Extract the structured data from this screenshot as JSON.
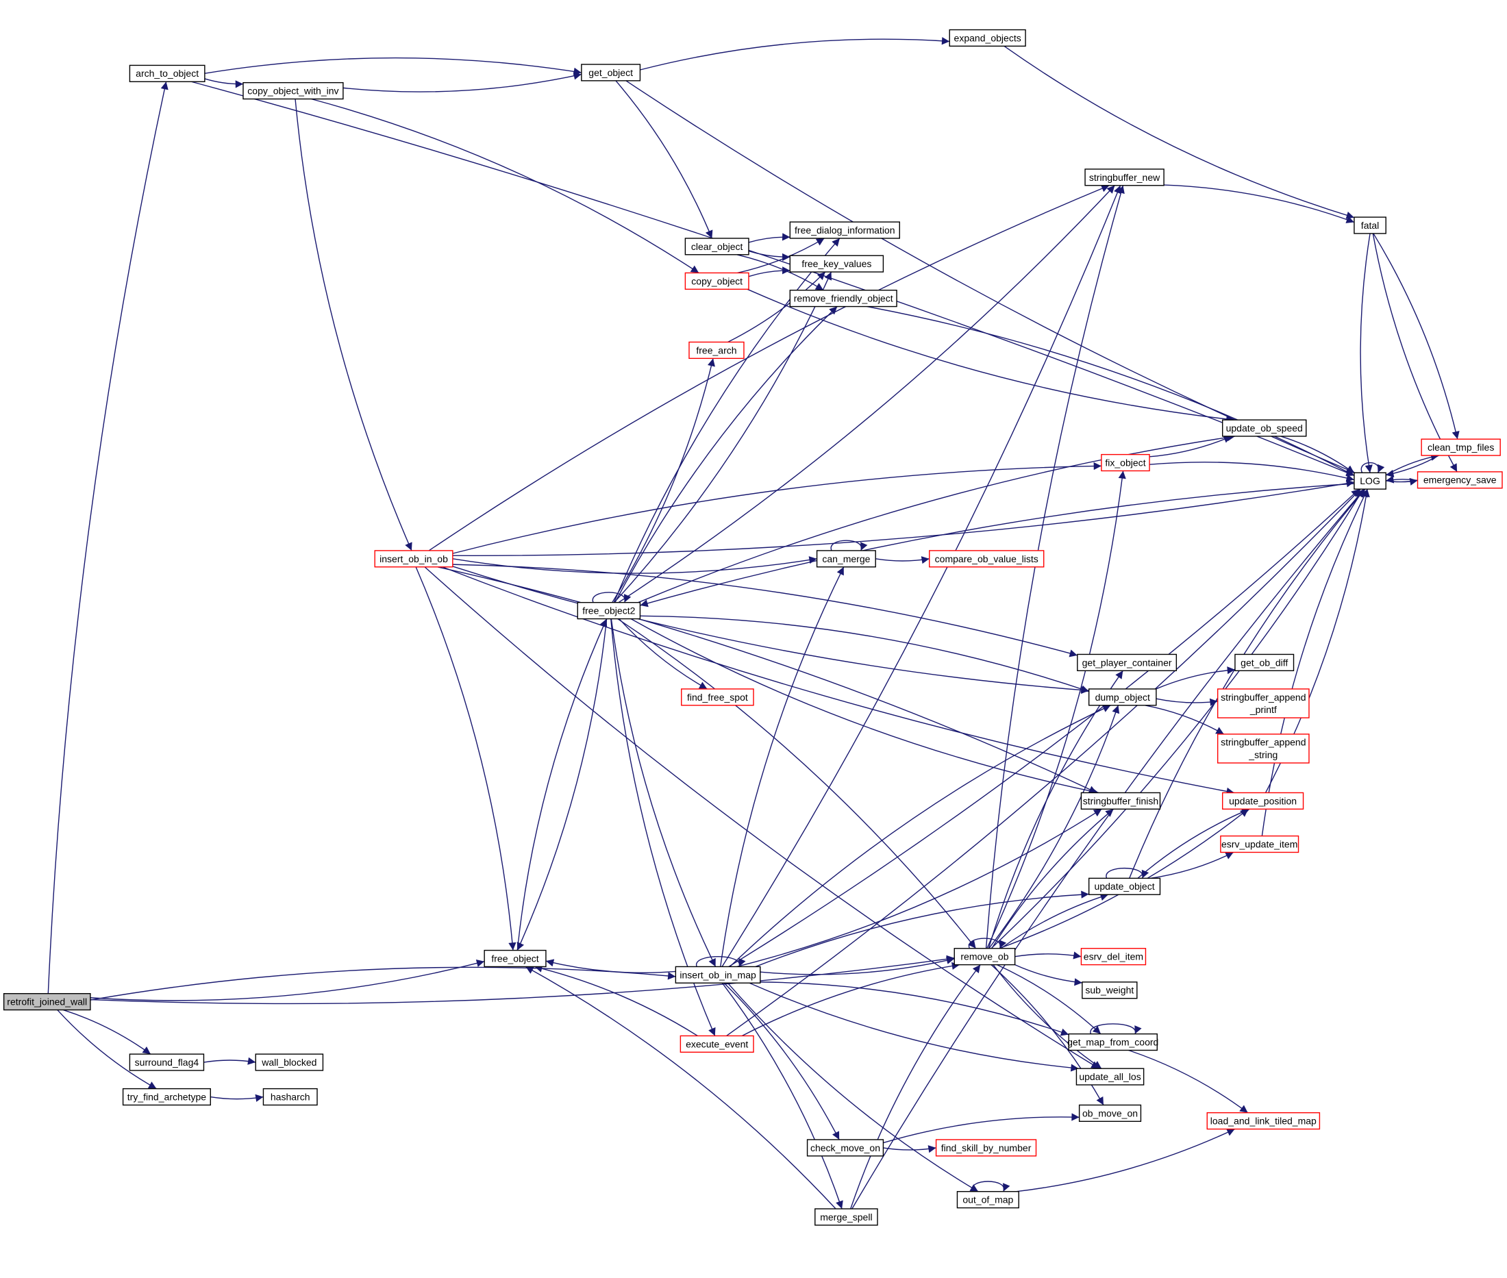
{
  "diagram": {
    "type": "call-graph",
    "edge_color": "#191970",
    "truncated_border_color": "#ff0000",
    "root_fill_color": "#bfbfbf",
    "nodes": [
      {
        "id": "retrofit_joined_wall",
        "label": "retrofit_joined_wall",
        "root": true
      },
      {
        "id": "arch_to_object",
        "label": "arch_to_object"
      },
      {
        "id": "copy_object_with_inv",
        "label": "copy_object_with_inv"
      },
      {
        "id": "get_object",
        "label": "get_object"
      },
      {
        "id": "expand_objects",
        "label": "expand_objects"
      },
      {
        "id": "stringbuffer_new",
        "label": "stringbuffer_new"
      },
      {
        "id": "fatal",
        "label": "fatal"
      },
      {
        "id": "clear_object",
        "label": "clear_object"
      },
      {
        "id": "free_dialog_information",
        "label": "free_dialog_information"
      },
      {
        "id": "copy_object",
        "label": "copy_object",
        "red": true
      },
      {
        "id": "free_key_values",
        "label": "free_key_values"
      },
      {
        "id": "remove_friendly_object",
        "label": "remove_friendly_object"
      },
      {
        "id": "free_arch",
        "label": "free_arch",
        "red": true
      },
      {
        "id": "update_ob_speed",
        "label": "update_ob_speed"
      },
      {
        "id": "fix_object",
        "label": "fix_object",
        "red": true
      },
      {
        "id": "LOG",
        "label": "LOG"
      },
      {
        "id": "clean_tmp_files",
        "label": "clean_tmp_files",
        "red": true
      },
      {
        "id": "emergency_save",
        "label": "emergency_save",
        "red": true
      },
      {
        "id": "insert_ob_in_ob",
        "label": "insert_ob_in_ob",
        "red": true
      },
      {
        "id": "can_merge",
        "label": "can_merge"
      },
      {
        "id": "compare_ob_value_lists",
        "label": "compare_ob_value_lists",
        "red": true
      },
      {
        "id": "free_object2",
        "label": "free_object2"
      },
      {
        "id": "get_player_container",
        "label": "get_player_container"
      },
      {
        "id": "get_ob_diff",
        "label": "get_ob_diff"
      },
      {
        "id": "dump_object",
        "label": "dump_object"
      },
      {
        "id": "find_free_spot",
        "label": "find_free_spot",
        "red": true
      },
      {
        "id": "stringbuffer_append_printf",
        "label": "stringbuffer_append",
        "label2": "_printf",
        "red": true
      },
      {
        "id": "stringbuffer_append_string",
        "label": "stringbuffer_append",
        "label2": "_string",
        "red": true
      },
      {
        "id": "stringbuffer_finish",
        "label": "stringbuffer_finish"
      },
      {
        "id": "update_position",
        "label": "update_position",
        "red": true
      },
      {
        "id": "esrv_update_item",
        "label": "esrv_update_item",
        "red": true
      },
      {
        "id": "update_object",
        "label": "update_object"
      },
      {
        "id": "remove_ob",
        "label": "remove_ob"
      },
      {
        "id": "esrv_del_item",
        "label": "esrv_del_item",
        "red": true
      },
      {
        "id": "sub_weight",
        "label": "sub_weight"
      },
      {
        "id": "free_object",
        "label": "free_object"
      },
      {
        "id": "insert_ob_in_map",
        "label": "insert_ob_in_map"
      },
      {
        "id": "get_map_from_coord",
        "label": "get_map_from_coord"
      },
      {
        "id": "execute_event",
        "label": "execute_event",
        "red": true
      },
      {
        "id": "surround_flag4",
        "label": "surround_flag4"
      },
      {
        "id": "wall_blocked",
        "label": "wall_blocked"
      },
      {
        "id": "update_all_los",
        "label": "update_all_los"
      },
      {
        "id": "try_find_archetype",
        "label": "try_find_archetype"
      },
      {
        "id": "hasharch",
        "label": "hasharch"
      },
      {
        "id": "ob_move_on",
        "label": "ob_move_on"
      },
      {
        "id": "load_and_link_tiled_map",
        "label": "load_and_link_tiled_map",
        "red": true
      },
      {
        "id": "check_move_on",
        "label": "check_move_on"
      },
      {
        "id": "find_skill_by_number",
        "label": "find_skill_by_number",
        "red": true
      },
      {
        "id": "out_of_map",
        "label": "out_of_map"
      },
      {
        "id": "merge_spell",
        "label": "merge_spell"
      }
    ],
    "edges": [
      [
        "retrofit_joined_wall",
        "arch_to_object"
      ],
      [
        "retrofit_joined_wall",
        "free_object"
      ],
      [
        "retrofit_joined_wall",
        "insert_ob_in_map"
      ],
      [
        "retrofit_joined_wall",
        "remove_ob"
      ],
      [
        "retrofit_joined_wall",
        "surround_flag4"
      ],
      [
        "retrofit_joined_wall",
        "try_find_archetype"
      ],
      [
        "surround_flag4",
        "wall_blocked"
      ],
      [
        "try_find_archetype",
        "hasharch"
      ],
      [
        "arch_to_object",
        "get_object"
      ],
      [
        "arch_to_object",
        "copy_object_with_inv"
      ],
      [
        "arch_to_object",
        "LOG"
      ],
      [
        "copy_object_with_inv",
        "get_object"
      ],
      [
        "copy_object_with_inv",
        "copy_object"
      ],
      [
        "copy_object_with_inv",
        "insert_ob_in_ob"
      ],
      [
        "get_object",
        "expand_objects"
      ],
      [
        "get_object",
        "LOG"
      ],
      [
        "get_object",
        "clear_object"
      ],
      [
        "expand_objects",
        "fatal"
      ],
      [
        "stringbuffer_new",
        "fatal"
      ],
      [
        "fatal",
        "LOG"
      ],
      [
        "fatal",
        "clean_tmp_files"
      ],
      [
        "fatal",
        "emergency_save"
      ],
      [
        "clear_object",
        "free_dialog_information"
      ],
      [
        "clear_object",
        "free_key_values"
      ],
      [
        "clear_object",
        "remove_friendly_object"
      ],
      [
        "copy_object",
        "free_dialog_information"
      ],
      [
        "copy_object",
        "free_key_values"
      ],
      [
        "copy_object",
        "update_ob_speed"
      ],
      [
        "remove_friendly_object",
        "LOG"
      ],
      [
        "free_arch",
        "free_key_values"
      ],
      [
        "update_ob_speed",
        "LOG"
      ],
      [
        "fix_object",
        "update_ob_speed"
      ],
      [
        "fix_object",
        "LOG"
      ],
      [
        "LOG",
        "LOG"
      ],
      [
        "LOG",
        "clean_tmp_files"
      ],
      [
        "LOG",
        "emergency_save"
      ],
      [
        "clean_tmp_files",
        "LOG"
      ],
      [
        "emergency_save",
        "LOG"
      ],
      [
        "insert_ob_in_ob",
        "stringbuffer_new"
      ],
      [
        "insert_ob_in_ob",
        "LOG"
      ],
      [
        "insert_ob_in_ob",
        "fix_object"
      ],
      [
        "insert_ob_in_ob",
        "can_merge"
      ],
      [
        "insert_ob_in_ob",
        "get_player_container"
      ],
      [
        "insert_ob_in_ob",
        "dump_object"
      ],
      [
        "insert_ob_in_ob",
        "stringbuffer_finish"
      ],
      [
        "insert_ob_in_ob",
        "update_position"
      ],
      [
        "insert_ob_in_ob",
        "free_object"
      ],
      [
        "insert_ob_in_ob",
        "update_all_los"
      ],
      [
        "can_merge",
        "can_merge"
      ],
      [
        "can_merge",
        "compare_ob_value_lists"
      ],
      [
        "free_object2",
        "free_object2"
      ],
      [
        "free_object2",
        "stringbuffer_new"
      ],
      [
        "free_object2",
        "free_dialog_information"
      ],
      [
        "free_object2",
        "free_key_values"
      ],
      [
        "free_object2",
        "remove_friendly_object"
      ],
      [
        "free_object2",
        "free_arch"
      ],
      [
        "free_object2",
        "update_ob_speed"
      ],
      [
        "free_object2",
        "find_free_spot"
      ],
      [
        "free_object2",
        "dump_object"
      ],
      [
        "free_object2",
        "stringbuffer_finish"
      ],
      [
        "free_object2",
        "remove_ob"
      ],
      [
        "free_object2",
        "insert_ob_in_map"
      ],
      [
        "free_object2",
        "free_object"
      ],
      [
        "free_object2",
        "execute_event"
      ],
      [
        "free_object",
        "free_object2"
      ],
      [
        "LOG",
        "free_object2"
      ],
      [
        "dump_object",
        "get_ob_diff"
      ],
      [
        "dump_object",
        "stringbuffer_append_printf"
      ],
      [
        "dump_object",
        "stringbuffer_append_string"
      ],
      [
        "update_position",
        "LOG"
      ],
      [
        "esrv_update_item",
        "LOG"
      ],
      [
        "update_object",
        "update_object"
      ],
      [
        "update_object",
        "update_position"
      ],
      [
        "update_object",
        "esrv_update_item"
      ],
      [
        "update_object",
        "LOG"
      ],
      [
        "remove_ob",
        "remove_ob"
      ],
      [
        "remove_ob",
        "stringbuffer_new"
      ],
      [
        "remove_ob",
        "fix_object"
      ],
      [
        "remove_ob",
        "get_player_container"
      ],
      [
        "remove_ob",
        "dump_object"
      ],
      [
        "remove_ob",
        "stringbuffer_finish"
      ],
      [
        "remove_ob",
        "update_position"
      ],
      [
        "remove_ob",
        "update_object"
      ],
      [
        "remove_ob",
        "LOG"
      ],
      [
        "remove_ob",
        "esrv_del_item"
      ],
      [
        "remove_ob",
        "sub_weight"
      ],
      [
        "remove_ob",
        "get_map_from_coord"
      ],
      [
        "remove_ob",
        "update_all_los"
      ],
      [
        "remove_ob",
        "ob_move_on"
      ],
      [
        "insert_ob_in_map",
        "insert_ob_in_map"
      ],
      [
        "insert_ob_in_map",
        "free_object"
      ],
      [
        "insert_ob_in_map",
        "stringbuffer_new"
      ],
      [
        "insert_ob_in_map",
        "can_merge"
      ],
      [
        "insert_ob_in_map",
        "LOG"
      ],
      [
        "insert_ob_in_map",
        "dump_object"
      ],
      [
        "insert_ob_in_map",
        "stringbuffer_finish"
      ],
      [
        "insert_ob_in_map",
        "update_object"
      ],
      [
        "insert_ob_in_map",
        "remove_ob"
      ],
      [
        "insert_ob_in_map",
        "get_map_from_coord"
      ],
      [
        "insert_ob_in_map",
        "update_all_los"
      ],
      [
        "insert_ob_in_map",
        "check_move_on"
      ],
      [
        "insert_ob_in_map",
        "out_of_map"
      ],
      [
        "insert_ob_in_map",
        "merge_spell"
      ],
      [
        "get_map_from_coord",
        "get_map_from_coord"
      ],
      [
        "get_map_from_coord",
        "load_and_link_tiled_map"
      ],
      [
        "execute_event",
        "free_object"
      ],
      [
        "execute_event",
        "remove_ob"
      ],
      [
        "execute_event",
        "LOG"
      ],
      [
        "check_move_on",
        "ob_move_on"
      ],
      [
        "check_move_on",
        "find_skill_by_number"
      ],
      [
        "out_of_map",
        "out_of_map"
      ],
      [
        "out_of_map",
        "load_and_link_tiled_map"
      ],
      [
        "merge_spell",
        "remove_ob"
      ],
      [
        "merge_spell",
        "free_object"
      ],
      [
        "merge_spell",
        "LOG"
      ]
    ]
  }
}
